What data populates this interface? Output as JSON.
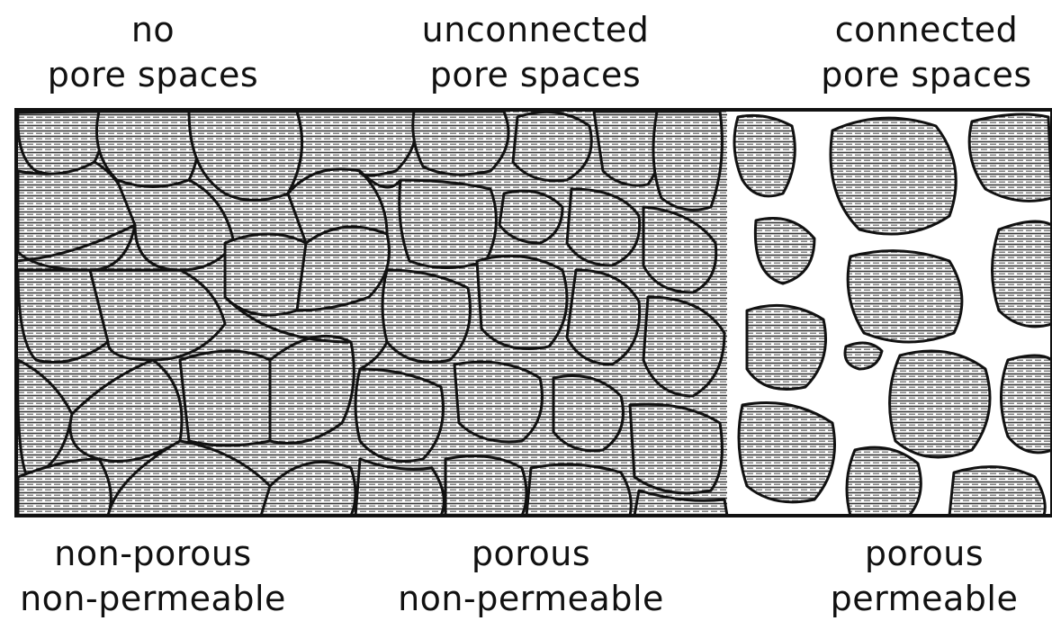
{
  "top_labels": {
    "left": {
      "line1": "no",
      "line2": "pore spaces"
    },
    "middle": {
      "line1": "unconnected",
      "line2": "pore spaces"
    },
    "right": {
      "line1": "connected",
      "line2": "pore spaces"
    }
  },
  "bottom_labels": {
    "left": {
      "line1": "non-porous",
      "line2": "non-permeable"
    },
    "middle": {
      "line1": "porous",
      "line2": "non-permeable"
    },
    "right": {
      "line1": "porous",
      "line2": "permeable"
    }
  },
  "colors": {
    "grain_fill": "#9a9a9a",
    "grain_stroke": "#111111",
    "pore": "#ffffff",
    "frame": "#111111"
  }
}
